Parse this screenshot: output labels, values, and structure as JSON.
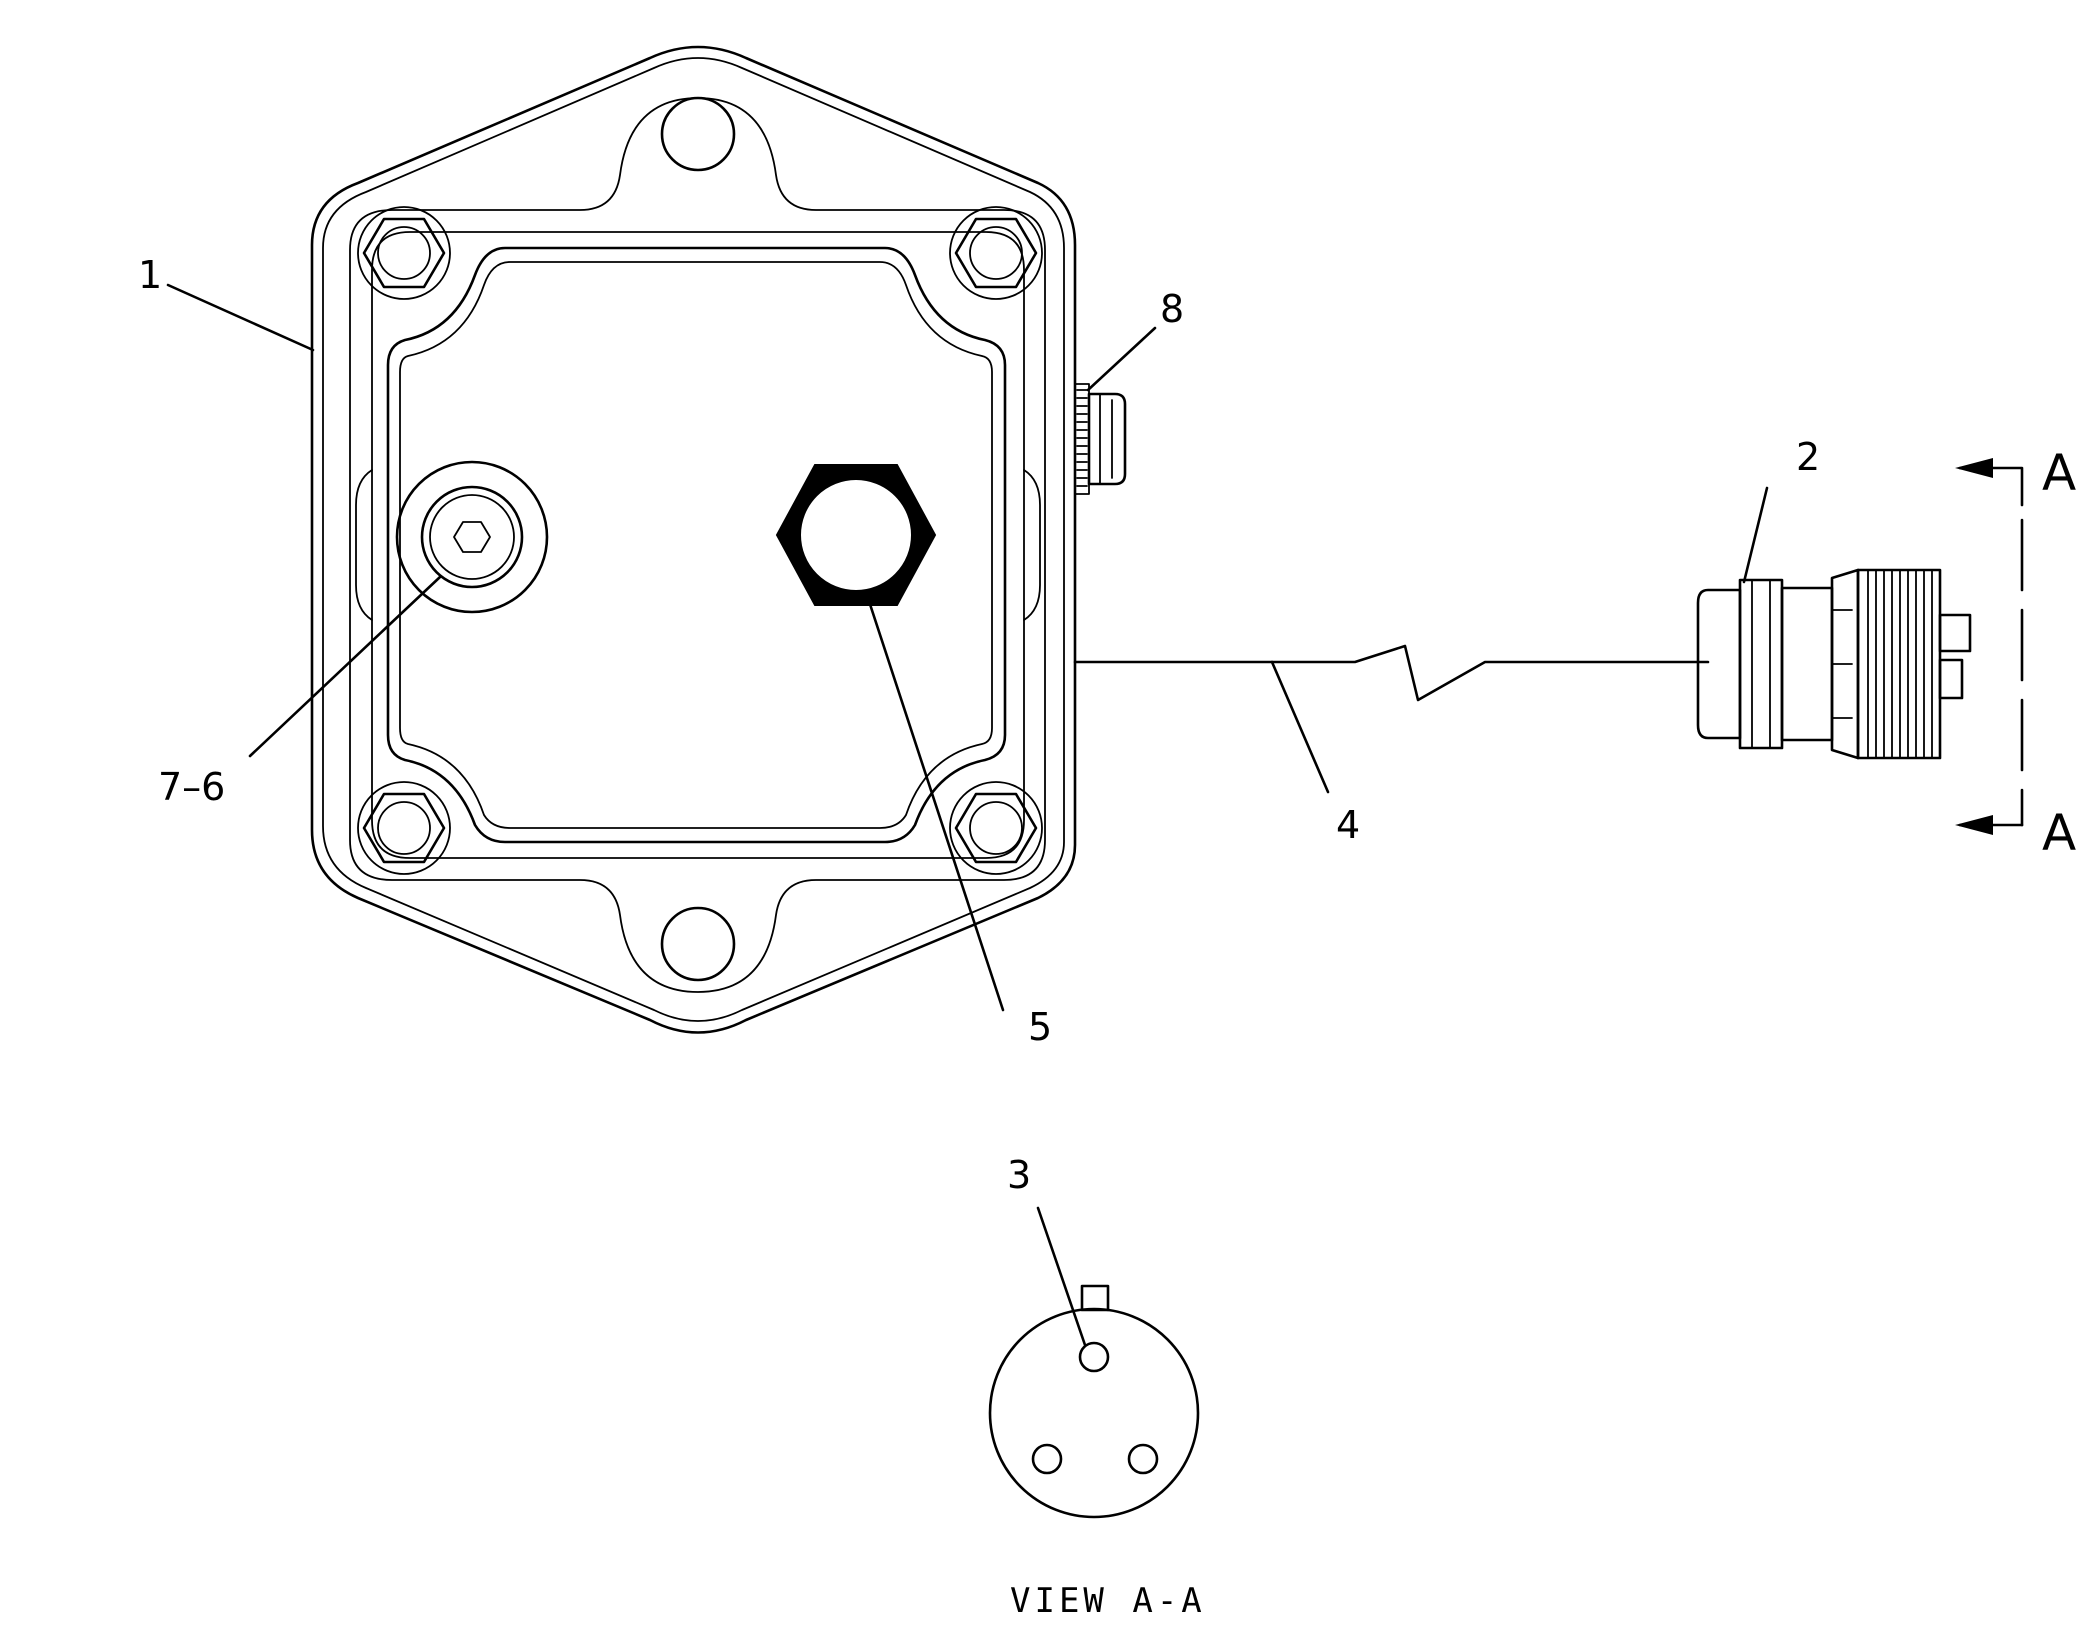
{
  "callouts": {
    "c1": "1",
    "c2": "2",
    "c3": "3",
    "c4": "4",
    "c5": "5",
    "c76": "7–6",
    "c8": "8"
  },
  "section_marker": {
    "top_letter": "A",
    "bottom_letter": "A"
  },
  "view_caption": "VIEW A-A",
  "icons": [
    "hex-socket-plug-icon",
    "hex-nut-icon",
    "mounting-bolt-icon",
    "connector-icon",
    "section-arrow-icon"
  ]
}
